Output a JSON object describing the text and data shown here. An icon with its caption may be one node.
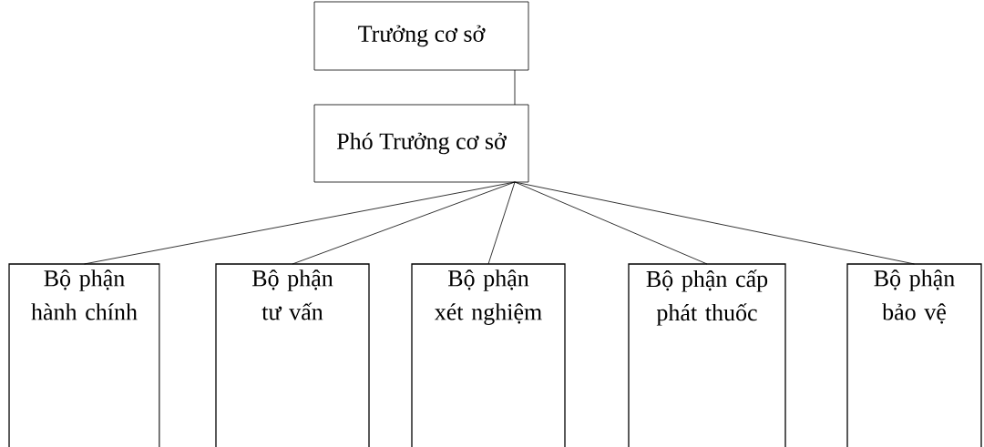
{
  "diagram": {
    "nodes": [
      {
        "text": [
          "Trưởng cơ sở"
        ]
      },
      {
        "text": [
          "Phó Trưởng cơ sở"
        ]
      },
      {
        "text": [
          "Bộ phận hành chính"
        ]
      },
      {
        "text": [
          "Bộ phận tư vấn"
        ]
      },
      {
        "text": [
          "Bộ phận xét nghiệm"
        ]
      },
      {
        "text": [
          "Bộ phận cấp phát thuốc"
        ]
      },
      {
        "text": [
          "Bộ phận bảo vệ"
        ]
      }
    ],
    "edges": [
      {
        "from": 0,
        "to": 1,
        "arrow": "none"
      },
      {
        "from": 1,
        "to": 2,
        "arrow": "none"
      },
      {
        "from": 1,
        "to": 3,
        "arrow": "none"
      },
      {
        "from": 1,
        "to": 4,
        "arrow": "none"
      },
      {
        "from": 1,
        "to": 5,
        "arrow": "none"
      },
      {
        "from": 1,
        "to": 6,
        "arrow": "none"
      }
    ]
  }
}
